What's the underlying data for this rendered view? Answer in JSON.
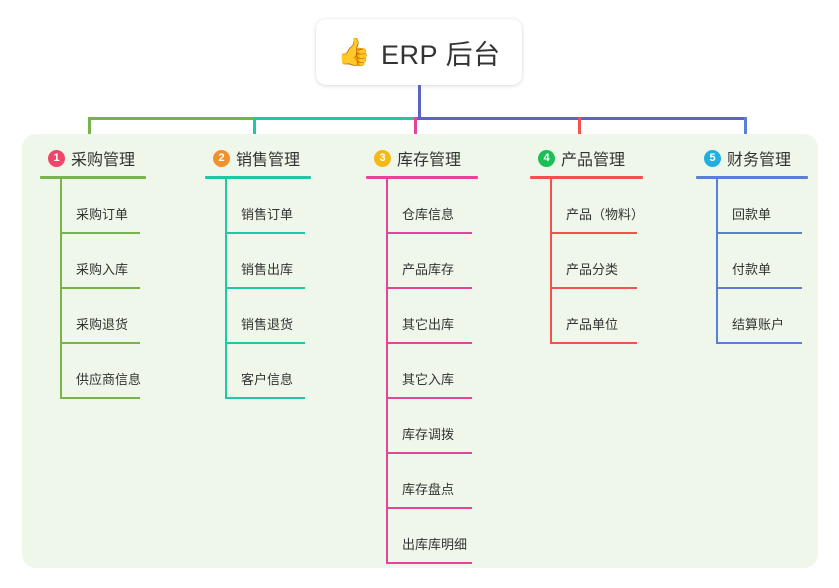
{
  "diagram": {
    "type": "mind-map",
    "root": {
      "emoji": "👍",
      "emoji_name": "thumbs-up-icon",
      "title": "ERP 后台"
    },
    "panel_bg": "#eef7e9",
    "stem_color": "#5b63c4",
    "branches": [
      {
        "number": "1",
        "title": "采购管理",
        "badge_color": "#f2456b",
        "line_color": "#79b34c",
        "items": [
          "采购订单",
          "采购入库",
          "采购退货",
          "供应商信息"
        ]
      },
      {
        "number": "2",
        "title": "销售管理",
        "badge_color": "#f0912d",
        "line_color": "#1ec8a5",
        "items": [
          "销售订单",
          "销售出库",
          "销售退货",
          "客户信息"
        ]
      },
      {
        "number": "3",
        "title": "库存管理",
        "badge_color": "#f5b915",
        "line_color": "#e4459a",
        "items": [
          "仓库信息",
          "产品库存",
          "其它出库",
          "其它入库",
          "库存调拨",
          "库存盘点",
          "出库库明细"
        ]
      },
      {
        "number": "4",
        "title": "产品管理",
        "badge_color": "#1cbf55",
        "line_color": "#f2514f",
        "items": [
          "产品（物料）",
          "产品分类",
          "产品单位"
        ]
      },
      {
        "number": "5",
        "title": "财务管理",
        "badge_color": "#22aee0",
        "line_color": "#5b7fd4",
        "items": [
          "回款单",
          "付款单",
          "结算账户"
        ]
      }
    ]
  }
}
